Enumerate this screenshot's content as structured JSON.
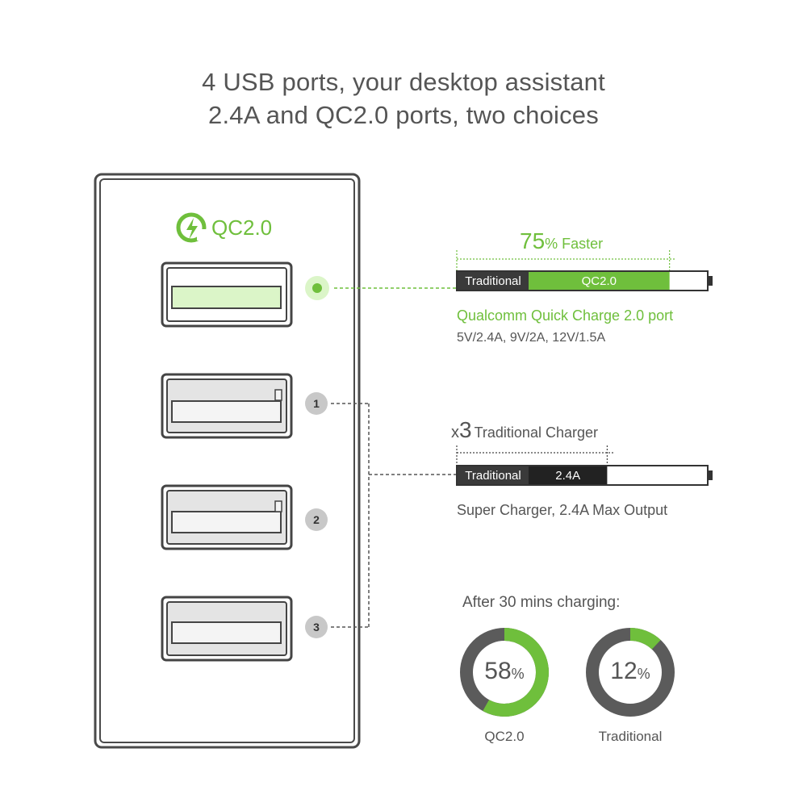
{
  "headline": {
    "line1": "4 USB ports, your desktop assistant",
    "line2": "2.4A and QC2.0 ports, two choices"
  },
  "device": {
    "logo_text": "QC2.0",
    "port_markers": [
      "1",
      "2",
      "3"
    ]
  },
  "qc_section": {
    "faster_value": "75",
    "faster_unit": "% Faster",
    "bar_traditional_label": "Traditional",
    "bar_qc_label": "QC2.0",
    "bar_fill": 0.85,
    "title": "Qualcomm Quick Charge 2.0 port",
    "spec": "5V/2.4A, 9V/2A, 12V/1.5A"
  },
  "traditional_section": {
    "multiplier_prefix": "x",
    "multiplier_value": "3",
    "multiplier_label": "Traditional Charger",
    "bar_traditional_label": "Traditional",
    "bar_value_label": "2.4A",
    "bar_fill": 0.6,
    "description": "Super Charger, 2.4A Max Output"
  },
  "comparison": {
    "title": "After 30 mins charging:",
    "rings": [
      {
        "value": "58",
        "unit": "%",
        "label": "QC2.0",
        "fraction": 0.58
      },
      {
        "value": "12",
        "unit": "%",
        "label": "Traditional",
        "fraction": 0.12
      }
    ]
  },
  "colors": {
    "green": "#6fbf3c",
    "light_green": "#dbf5c8",
    "dark": "#3a3a3a",
    "ring_gray": "#5b5b5b",
    "marker_gray": "#c8c8c8"
  }
}
